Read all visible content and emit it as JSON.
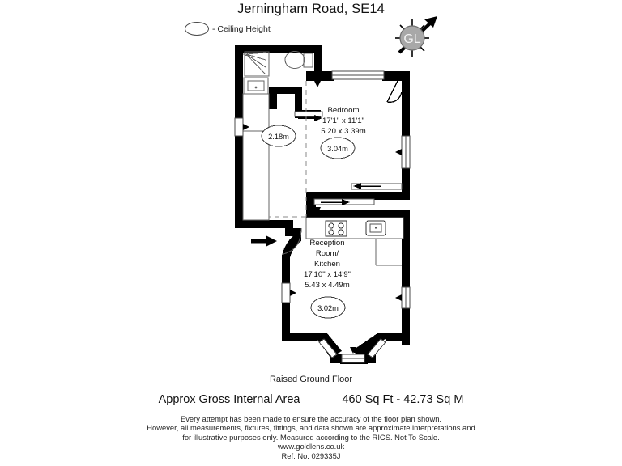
{
  "header": {
    "title": "Jerningham Road, SE14",
    "legend_label": "- Ceiling Height",
    "legend_icon": "ceiling-height-oval-icon"
  },
  "compass": {
    "monogram": "GL",
    "icon": "compass-north-arrow-icon",
    "circle_color": "#9d9d9d",
    "text_color": "#ffffff"
  },
  "plan": {
    "rooms": [
      {
        "id": "bedroom",
        "name": "Bedroom",
        "dim_imperial": "17'1\" x 11'1\"",
        "dim_metric": "5.20 x 3.39m",
        "ceiling_height": "3.04m"
      },
      {
        "id": "reception-kitchen",
        "name_line1": "Reception",
        "name_line2": "Room/",
        "name_line3": "Kitchen",
        "dim_imperial": "17'10\" x 14'9\"",
        "dim_metric": "5.43 x 4.49m",
        "ceiling_height": "3.02m"
      },
      {
        "id": "hall-bathroom",
        "ceiling_height": "2.18m"
      }
    ],
    "fixtures": [
      "shower-icon",
      "wash-basin-icon",
      "toilet-icon",
      "hob-icon",
      "kitchen-sink-icon",
      "entrance-door-icon",
      "bay-window-icon"
    ],
    "wall_color": "#000000"
  },
  "footer": {
    "floor_label": "Raised Ground Floor",
    "area_label": "Approx Gross Internal Area",
    "area_value": "460 Sq Ft  - 42.73 Sq M",
    "disclaimer_line1": "Every attempt has been made to ensure the accuracy of the floor plan shown.",
    "disclaimer_line2": "However, all measurements, fixtures, fittings, and data shown are approximate interpretations and",
    "disclaimer_line3": "for illustrative purposes only. Measured according to the RICS. Not To Scale.",
    "website": "www.goldlens.co.uk",
    "reference": "Ref. No. 029335J"
  }
}
